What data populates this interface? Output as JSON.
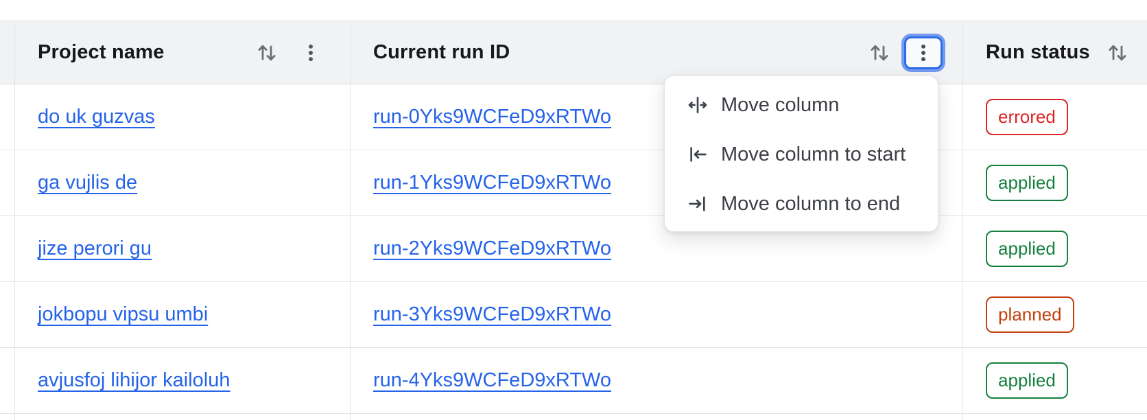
{
  "table": {
    "columns": [
      {
        "label": "Project name"
      },
      {
        "label": "Current run ID"
      },
      {
        "label": "Run status"
      }
    ],
    "rows": [
      {
        "project": "do uk guzvas",
        "run_id": "run-0Yks9WCFeD9xRTWo",
        "status": "errored"
      },
      {
        "project": "ga vujlis de",
        "run_id": "run-1Yks9WCFeD9xRTWo",
        "status": "applied"
      },
      {
        "project": "jize perori gu",
        "run_id": "run-2Yks9WCFeD9xRTWo",
        "status": "applied"
      },
      {
        "project": "jokbopu vipsu umbi",
        "run_id": "run-3Yks9WCFeD9xRTWo",
        "status": "planned"
      },
      {
        "project": "avjusfoj lihijor kailoluh",
        "run_id": "run-4Yks9WCFeD9xRTWo",
        "status": "applied"
      }
    ]
  },
  "menu": {
    "items": [
      {
        "icon": "move-column-icon",
        "label": "Move column"
      },
      {
        "icon": "move-column-to-start-icon",
        "label": "Move column to start"
      },
      {
        "icon": "move-column-to-end-icon",
        "label": "Move column to end"
      }
    ]
  },
  "colors": {
    "link": "#2563eb",
    "focus_ring": "#2e6be6",
    "status": {
      "errored": "#dc2626",
      "applied": "#15803d",
      "planned": "#c2410c"
    }
  }
}
